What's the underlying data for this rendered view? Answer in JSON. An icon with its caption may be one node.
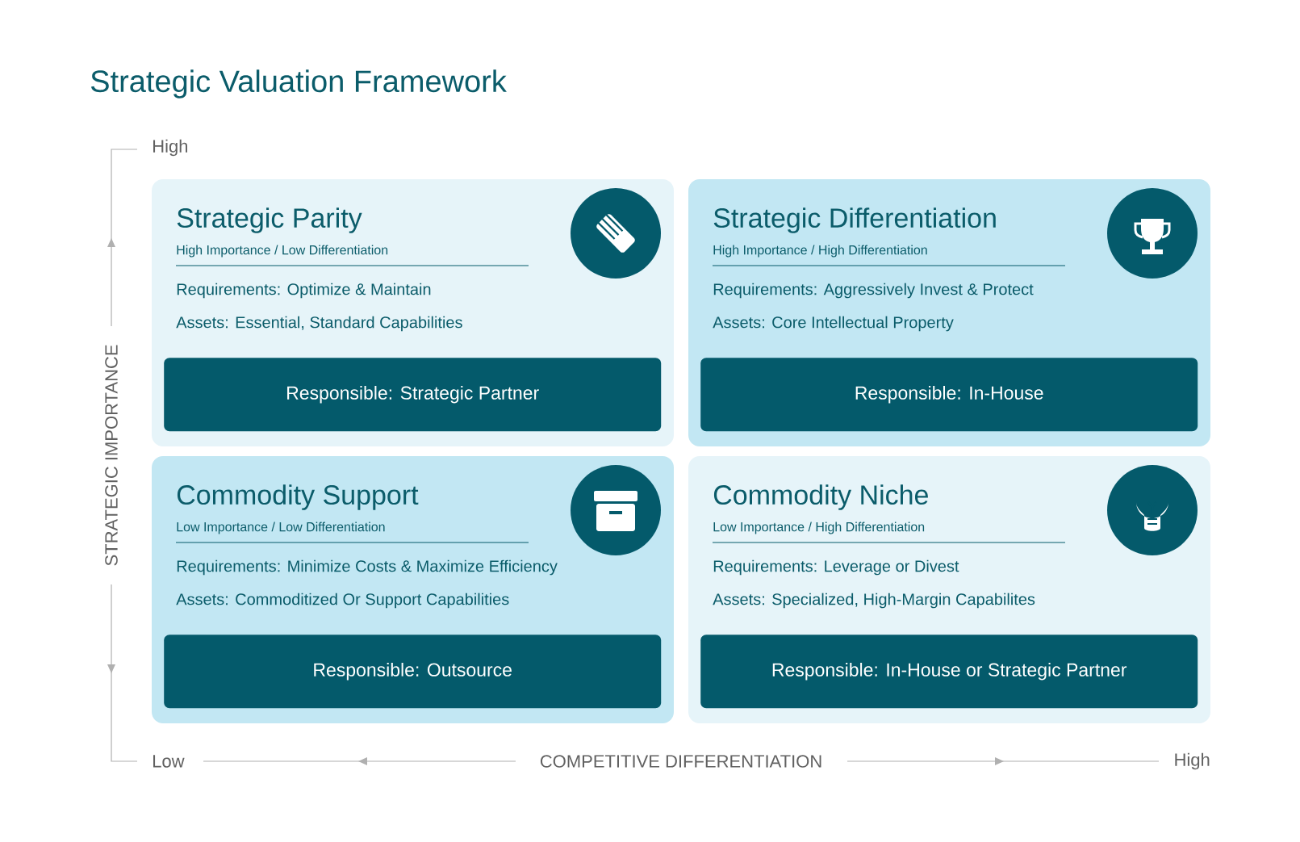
{
  "diagram": {
    "title": "Strategic Valuation Framework",
    "nodes": [
      {
        "text": [
          "Strategic Parity",
          "High Importance / Low Differentiation",
          "Requirements: Optimize & Maintain",
          "Assets:  Essential, Standard Capabilities"
        ]
      },
      {
        "text": [
          "Responsible: Strategic Partner"
        ],
        "in": 0
      },
      {
        "text": [
          "Strategic Differentiation",
          "High Importance / High Differentiation",
          "Requirements: Aggressively Invest & Protect",
          "Assets:  Core Intellectual Property"
        ]
      },
      {
        "text": [
          "Responsible: In-House"
        ],
        "in": 2
      },
      {
        "text": [
          "Commodity Support",
          "Low Importance / Low Differentiation",
          "Requirements: Minimize Costs & Maximize Efficiency",
          "Assets: Commoditized Or Support Capabilities"
        ]
      },
      {
        "text": [
          "Responsible: Outsource"
        ],
        "in": 4
      },
      {
        "text": [
          "Commodity Niche",
          "Low Importance / High Differentiation",
          "Requirements: Leverage or Divest",
          "Assets: Specialized, High-Margin Capabilites"
        ]
      },
      {
        "text": [
          "Responsible: In-House or Strategic Partner"
        ],
        "in": 6
      }
    ],
    "labels": [
      "High",
      "STRATEGIC IMPORTANCE",
      "Low",
      "COMPETITIVE DIFFERENTIATION",
      "High"
    ]
  }
}
